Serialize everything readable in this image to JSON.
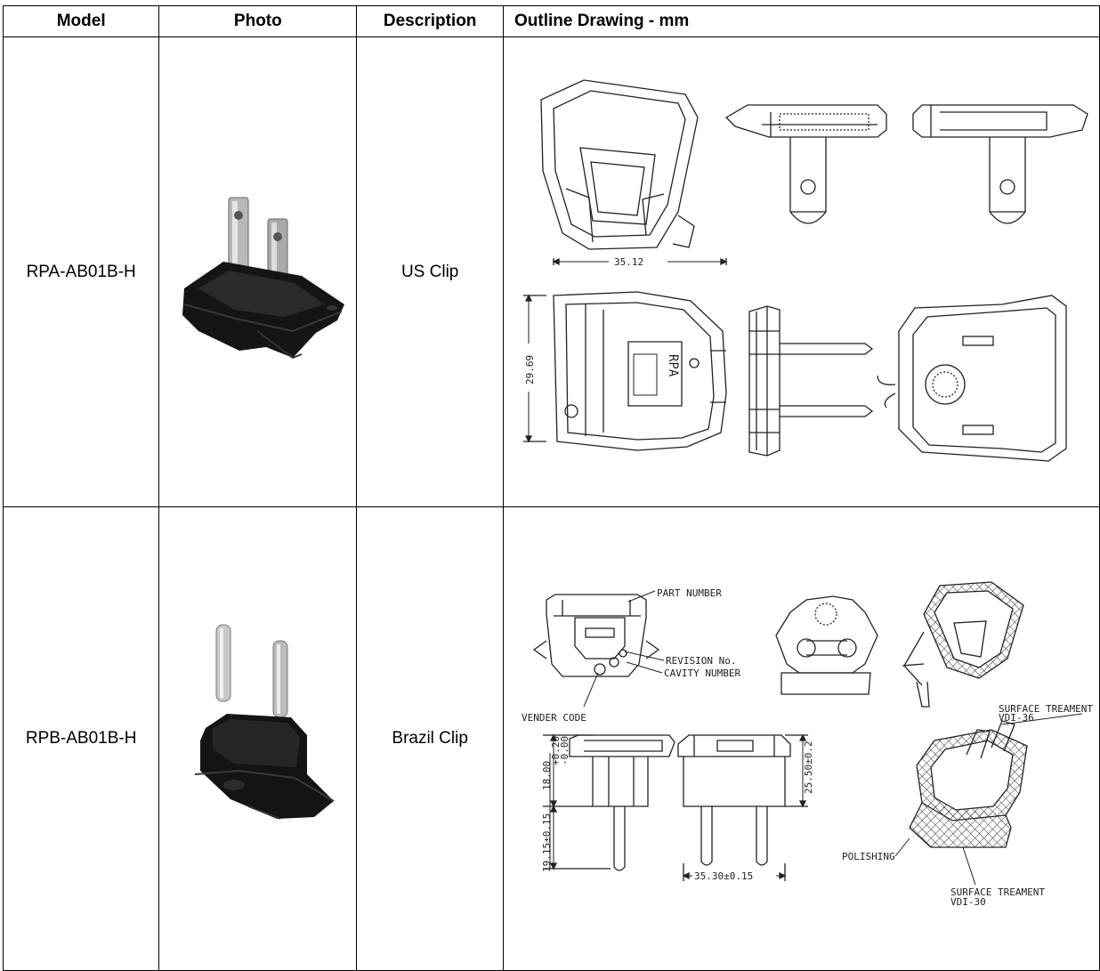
{
  "table": {
    "headers": [
      "Model",
      "Photo",
      "Description",
      "Outline Drawing - mm"
    ],
    "rows": [
      {
        "model": "RPA-AB01B-H",
        "photo_icon": "us-plug-photo",
        "description": "US Clip",
        "drawing": {
          "dim_width": "35.12",
          "dim_height": "29.69",
          "mark": "RPA"
        }
      },
      {
        "model": "RPB-AB01B-H",
        "photo_icon": "brazil-plug-photo",
        "description": "Brazil Clip",
        "drawing": {
          "part_number": "PART NUMBER",
          "revision": "REVISION No.",
          "cavity": "CAVITY NUMBER",
          "vender": "VENDER CODE",
          "surface_top": "SURFACE TREAMENT",
          "surface_top_code": "VDI-36",
          "polishing": "POLISHING",
          "surface_bottom": "SURFACE TREAMENT",
          "surface_bottom_code": "VDI-30",
          "dim_18": "18.00",
          "dim_18_tol_up": "+0.20",
          "dim_18_tol_dn": "-0.00",
          "dim_1915": "19.15±0.15",
          "dim_2550": "25.50±0.2",
          "dim_3530": "35.30±0.15"
        }
      }
    ]
  }
}
